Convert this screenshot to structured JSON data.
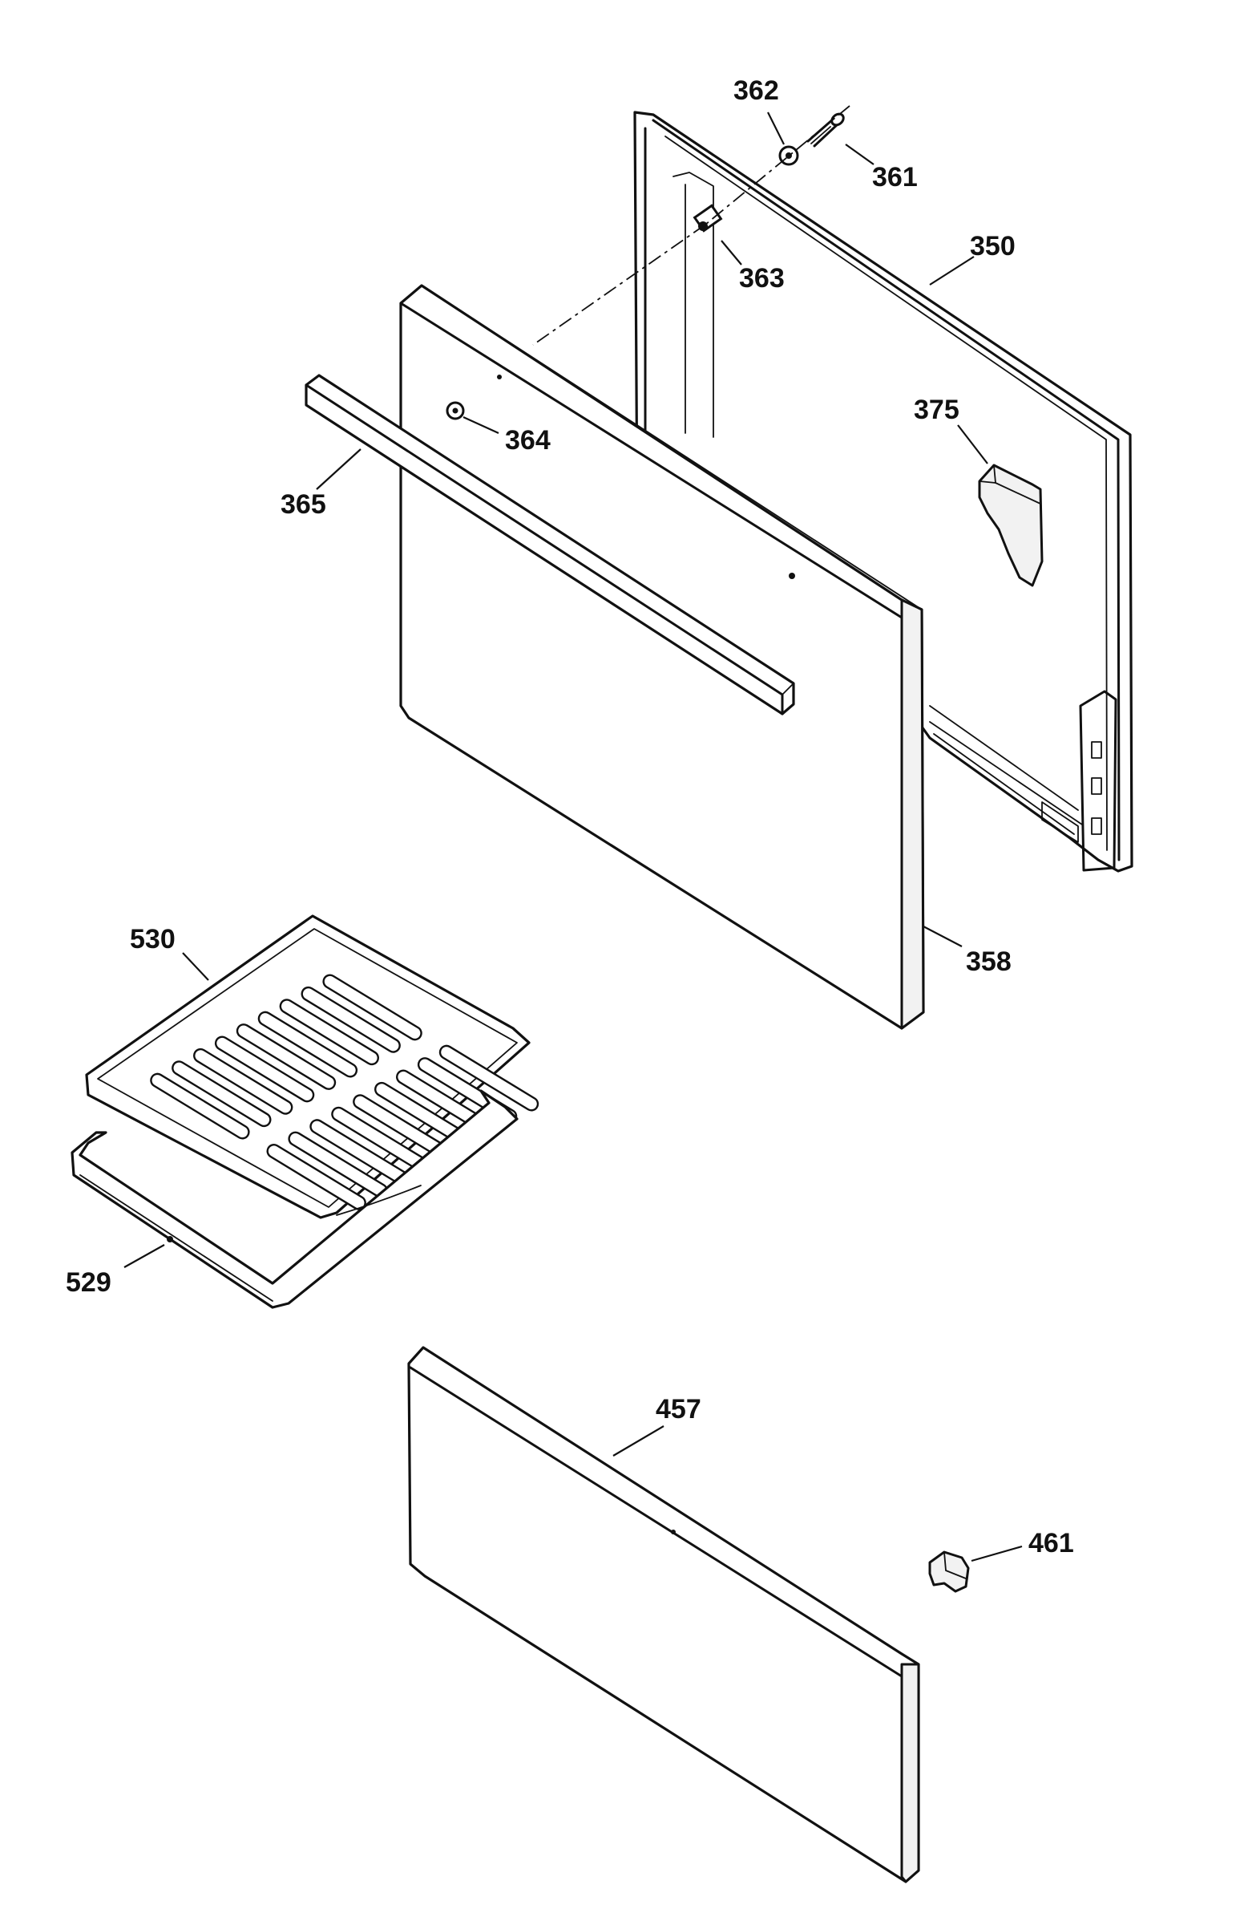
{
  "diagram": {
    "parts": [
      {
        "id": "oven_door_inner",
        "label": "350"
      },
      {
        "id": "screw",
        "label": "361"
      },
      {
        "id": "nut",
        "label": "362"
      },
      {
        "id": "stud",
        "label": "363"
      },
      {
        "id": "spacer",
        "label": "364"
      },
      {
        "id": "handle",
        "label": "365"
      },
      {
        "id": "door_panel",
        "label": "358"
      },
      {
        "id": "insulation",
        "label": "375"
      },
      {
        "id": "broil_grid",
        "label": "530"
      },
      {
        "id": "broil_pan",
        "label": "529"
      },
      {
        "id": "drawer_panel",
        "label": "457"
      },
      {
        "id": "clip",
        "label": "461"
      }
    ]
  }
}
